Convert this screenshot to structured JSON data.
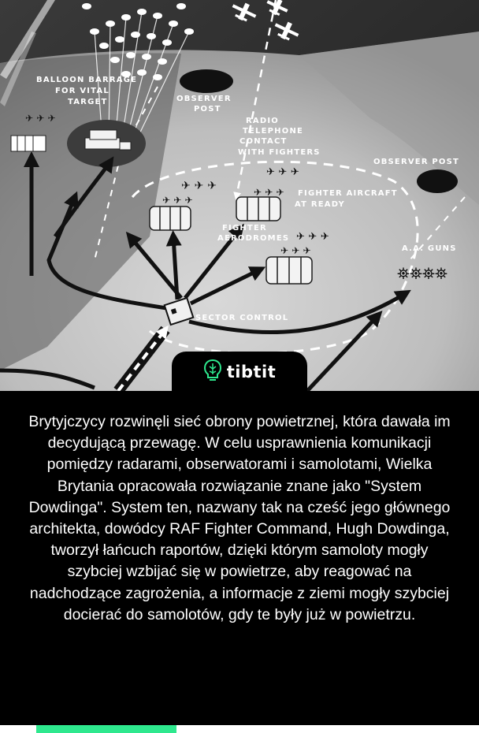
{
  "figure": {
    "labels": {
      "balloon_1": "BALLOON BARRAGE",
      "balloon_2": "FOR VITAL",
      "balloon_3": "TARGET",
      "observer_post_left_1": "OBSERVER",
      "observer_post_left_2": "POST",
      "radio_1": "RADIO",
      "radio_2": "TELEPHONE",
      "radio_3": "CONTACT",
      "radio_4": "WITH FIGHTERS",
      "observer_post_right": "OBSERVER POST",
      "fighter_aircraft_1": "FIGHTER AIRCRAFT",
      "fighter_aircraft_2": "AT READY",
      "fighter_aerodromes_1": "FIGHTER",
      "fighter_aerodromes_2": "AERODROMES",
      "aa_guns": "A.A. GUNS",
      "sector_control": "SECTOR CONTROL"
    }
  },
  "brand": {
    "name": "tibtit",
    "logo_icon": "lightbulb-brain-icon",
    "accent_color": "#2ee88e"
  },
  "article": {
    "text": "Brytyjczycy rozwinęli sieć obrony powietrznej, która dawała im decydującą przewagę. W celu usprawnienia komunikacji pomiędzy radarami, obserwatorami i samolotami, Wielka Brytania opracowała rozwiązanie znane jako \"System Dowdinga\". System ten, nazwany tak na cześć jego głównego architekta, dowódcy RAF Fighter Command, Hugh Dowdinga, tworzył łańcuch raportów, dzięki którym samoloty mogły szybciej wzbijać się w powietrze, aby reagować na nadchodzące zagrożenia, a informacje z ziemi mogły szybciej docierać do samolotów, gdy te były już w powietrzu."
  }
}
